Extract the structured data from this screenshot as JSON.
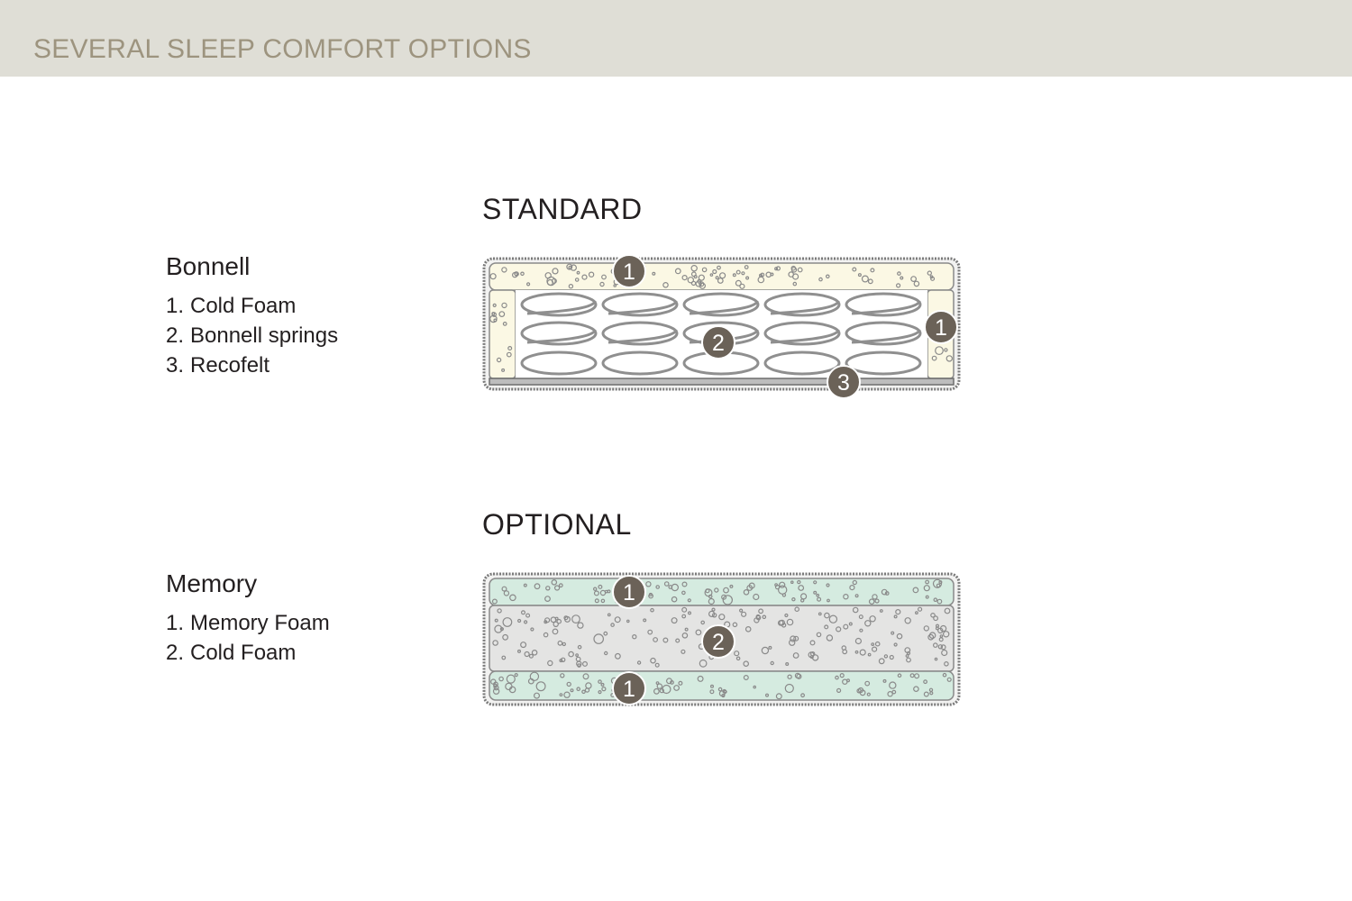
{
  "page": {
    "title": "SEVERAL SLEEP COMFORT OPTIONS"
  },
  "colors": {
    "header_bg": "#dfded6",
    "title_text": "#9d947f",
    "badge": "#6b6258",
    "cold_foam_standard": "#fbf8e4",
    "cold_foam_optional": "#d5ebe0",
    "memory_foam": "#e4e4e3",
    "outline": "#7a7a7a"
  },
  "standard": {
    "heading": "STANDARD",
    "name": "Bonnell",
    "layers": [
      {
        "num": "1.",
        "label": "Cold Foam"
      },
      {
        "num": "2.",
        "label": "Bonnell springs"
      },
      {
        "num": "3.",
        "label": "Recofelt"
      }
    ],
    "badges": [
      "1",
      "1",
      "2",
      "3"
    ]
  },
  "optional": {
    "heading": "OPTIONAL",
    "name": "Memory",
    "layers": [
      {
        "num": "1.",
        "label": "Memory Foam"
      },
      {
        "num": "2.",
        "label": "Cold Foam"
      }
    ],
    "badges": [
      "1",
      "2",
      "1"
    ]
  }
}
